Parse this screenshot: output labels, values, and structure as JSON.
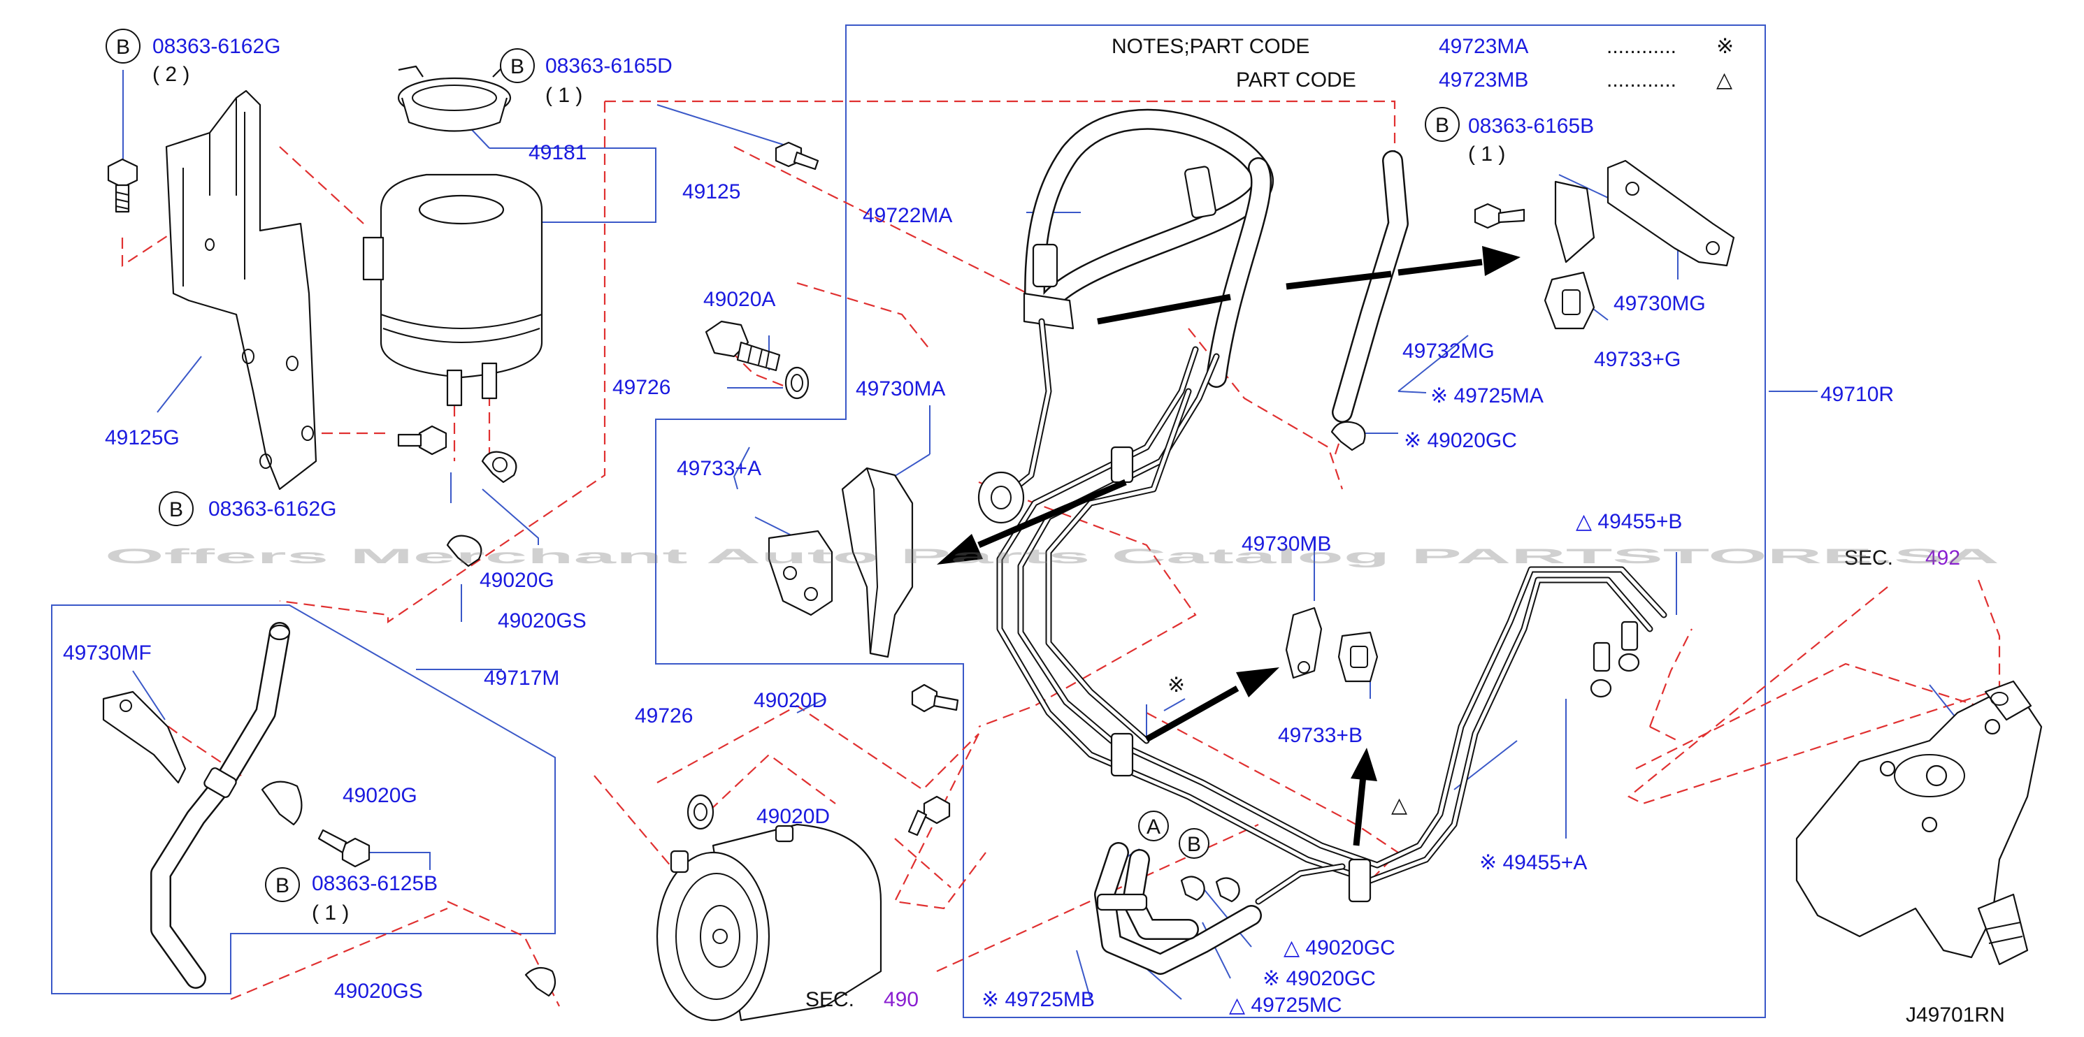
{
  "notes": {
    "title": "NOTES;PART   CODE",
    "row1_code": "49723MA",
    "row1_dots": "............",
    "row1_mark": "※",
    "row2_label": "PART   CODE",
    "row2_code": "49723MB",
    "row2_dots": "............",
    "row2_mark": "△"
  },
  "callouts": {
    "b_letter": "B",
    "a_letter": "A",
    "bolt_6162g_top": "08363-6162G",
    "qty_2": "( 2 )",
    "bolt_6165d": "08363-6165D",
    "qty_1_6165d": "( 1 )",
    "bolt_6165b": "08363-6165B",
    "qty_1_6165b": "( 1 )",
    "bolt_6162g_mid": "08363-6162G",
    "bolt_6125b": "08363-6125B",
    "qty_1_6125b": "( 1 )"
  },
  "parts": {
    "p49181": "49181",
    "p49125": "49125",
    "p49125g": "49125G",
    "p49722ma": "49722MA",
    "p49020a": "49020A",
    "p49726_top": "49726",
    "p49730ma": "49730MA",
    "p49733a": "49733+A",
    "p49020g_top": "49020G",
    "p49020gs_top": "49020GS",
    "p49730mg": "49730MG",
    "p49732mg": "49732MG",
    "p49733g": "49733+G",
    "p49725ma": "※ 49725MA",
    "p49020gc_top": "※ 49020GC",
    "p49710r": "49710R",
    "p49730mb": "49730MB",
    "p49455b": "△ 49455+B",
    "p49733b": "49733+B",
    "p49730mf": "49730MF",
    "p49717m": "49717M",
    "p49726_bot": "49726",
    "p49020d_a": "49020D",
    "p49020d_b": "49020D",
    "p49020g_bot": "49020G",
    "p49020gs_bot": "49020GS",
    "p49455a": "※ 49455+A",
    "p49020gc_tri": "△ 49020GC",
    "p49020gc_ast": "※ 49020GC",
    "p49725mb": "※ 49725MB",
    "p49725mc": "△ 49725MC",
    "sec_490_label": "SEC.",
    "sec_490_num": "490",
    "sec_492_label": "SEC.",
    "sec_492_num": "492",
    "diagram_id": "J49701RN"
  },
  "watermark": "Offers Merchant Auto Parts Catalog PARTSTORE.SA",
  "colors": {
    "label": "#1a1adf",
    "leader": "#3a58c8",
    "dashed": "#e03030",
    "section_number": "#8a1fd1"
  }
}
